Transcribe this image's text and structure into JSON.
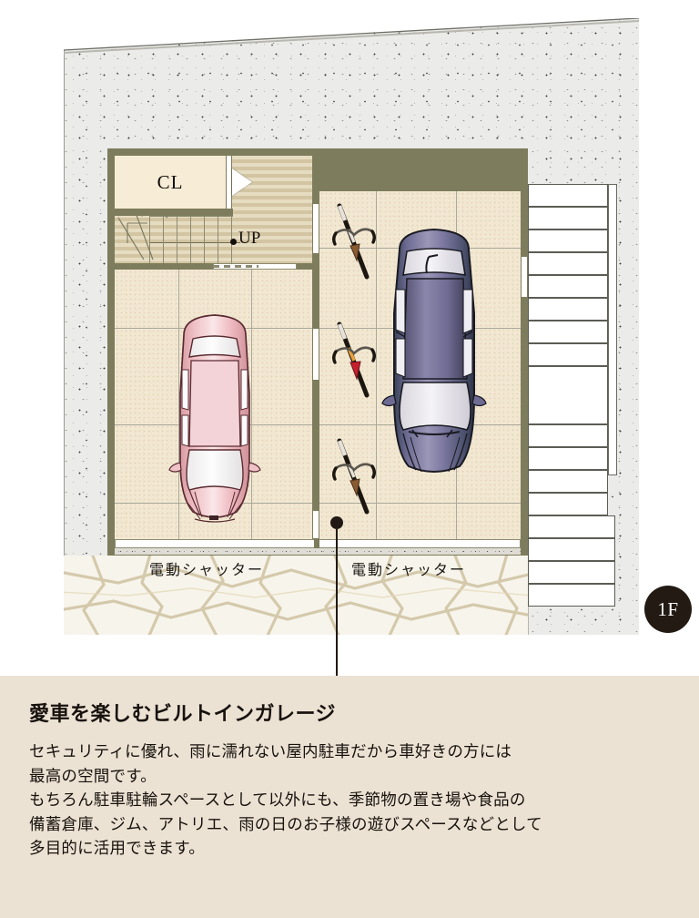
{
  "plan": {
    "floor_badge": "1F",
    "rooms": {
      "closet_label": "CL",
      "stair_label": "UP"
    },
    "shutters": [
      {
        "label": "電動シャッター"
      },
      {
        "label": "電動シャッター"
      }
    ],
    "colors": {
      "wall": "#7d7c5c",
      "floor_tile": "#f2e8d2",
      "stair_floor": "#ded2b4",
      "closet_floor": "#f7ecd5",
      "roof": "#ebebe9",
      "caption_bg": "#ece2d3",
      "badge_bg": "#231a14",
      "car_pink": "#e9b9bd",
      "car_purple": "#6f6a93",
      "callout": "#211913"
    },
    "vehicles": [
      {
        "name": "car-pink",
        "color": "#e9b9bd"
      },
      {
        "name": "car-purple",
        "color": "#6f6a93"
      },
      {
        "name": "bicycle-1",
        "seat_color": "#8a5a33"
      },
      {
        "name": "bicycle-2",
        "seat_color": "#c4202e"
      },
      {
        "name": "bicycle-3",
        "seat_color": "#8a5a33"
      }
    ]
  },
  "caption": {
    "title": "愛車を楽しむビルトインガレージ",
    "body_line1": "セキュリティに優れ、雨に濡れない屋内駐車だから車好きの方には",
    "body_line2": "最高の空間です。",
    "body_line3": "もちろん駐車駐輪スペースとして以外にも、季節物の置き場や食品の",
    "body_line4": "備蓄倉庫、ジム、アトリエ、雨の日のお子様の遊びスペースなどとして",
    "body_line5": "多目的に活用できます。"
  }
}
